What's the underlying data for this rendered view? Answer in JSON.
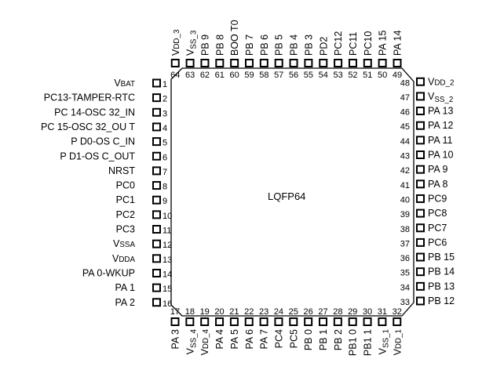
{
  "package": {
    "name": "LQFP64",
    "colors": {
      "outline": "#000000",
      "text": "#000000",
      "background": "#ffffff"
    }
  },
  "pins": {
    "left": [
      {
        "num": "1",
        "label": "VBAT",
        "main": "V",
        "sub": "BAT",
        "style": "smallcaps"
      },
      {
        "num": "2",
        "label": "PC13-TAMPER-RTC"
      },
      {
        "num": "3",
        "label": "PC 14-OSC 32_IN"
      },
      {
        "num": "4",
        "label": "PC 15-OSC 32_OU T"
      },
      {
        "num": "5",
        "label": "P D0-OS C_IN"
      },
      {
        "num": "6",
        "label": "P D1-OS C_OUT"
      },
      {
        "num": "7",
        "label": "NRST"
      },
      {
        "num": "8",
        "label": "PC0"
      },
      {
        "num": "9",
        "label": "PC1"
      },
      {
        "num": "10",
        "label": "PC2"
      },
      {
        "num": "11",
        "label": "PC3"
      },
      {
        "num": "12",
        "label": "VSSA",
        "main": "V",
        "sub": "SSA",
        "style": "smallcaps"
      },
      {
        "num": "13",
        "label": "VDDA",
        "main": "V",
        "sub": "DDA",
        "style": "smallcaps"
      },
      {
        "num": "14",
        "label": "PA 0-WKUP"
      },
      {
        "num": "15",
        "label": "PA 1"
      },
      {
        "num": "16",
        "label": "PA 2"
      }
    ],
    "bottom": [
      {
        "num": "17",
        "label": "PA 3"
      },
      {
        "num": "18",
        "label": "VSS_4",
        "main": "V",
        "sub": "SS_4",
        "style": "subscript"
      },
      {
        "num": "19",
        "label": "VDD_4",
        "main": "V",
        "sub": "DD_4",
        "style": "smallcaps"
      },
      {
        "num": "20",
        "label": "PA 4"
      },
      {
        "num": "21",
        "label": "PA 5"
      },
      {
        "num": "22",
        "label": "PA 6"
      },
      {
        "num": "23",
        "label": "PA 7"
      },
      {
        "num": "24",
        "label": "PC4"
      },
      {
        "num": "25",
        "label": "PC5"
      },
      {
        "num": "26",
        "label": "PB 0"
      },
      {
        "num": "27",
        "label": "PB 1"
      },
      {
        "num": "28",
        "label": "PB 2"
      },
      {
        "num": "29",
        "label": "PB1 0"
      },
      {
        "num": "30",
        "label": "PB1 1"
      },
      {
        "num": "31",
        "label": "VSS_1",
        "main": "V",
        "sub": "SS_1",
        "style": "subscript"
      },
      {
        "num": "32",
        "label": "VDD_1",
        "main": "V",
        "sub": "DD_1",
        "style": "smallcaps"
      }
    ],
    "right": [
      {
        "num": "33",
        "label": "PB 12"
      },
      {
        "num": "34",
        "label": "PB 13"
      },
      {
        "num": "35",
        "label": "PB 14"
      },
      {
        "num": "36",
        "label": "PB 15"
      },
      {
        "num": "37",
        "label": "PC6"
      },
      {
        "num": "38",
        "label": "PC7"
      },
      {
        "num": "39",
        "label": "PC8"
      },
      {
        "num": "40",
        "label": "PC9"
      },
      {
        "num": "41",
        "label": "PA 8"
      },
      {
        "num": "42",
        "label": "PA 9"
      },
      {
        "num": "43",
        "label": "PA 10"
      },
      {
        "num": "44",
        "label": "PA 11"
      },
      {
        "num": "45",
        "label": "PA 12"
      },
      {
        "num": "46",
        "label": "PA 13"
      },
      {
        "num": "47",
        "label": "VSS_2",
        "main": "V",
        "sub": "SS_2",
        "style": "subscript"
      },
      {
        "num": "48",
        "label": "VDD_2",
        "main": "V",
        "sub": "DD_2",
        "style": "smallcaps"
      }
    ],
    "top": [
      {
        "num": "49",
        "label": "PA 14"
      },
      {
        "num": "50",
        "label": "PA 15"
      },
      {
        "num": "51",
        "label": "PC10"
      },
      {
        "num": "52",
        "label": "PC11"
      },
      {
        "num": "53",
        "label": "PC12"
      },
      {
        "num": "54",
        "label": "PD2"
      },
      {
        "num": "55",
        "label": "PB 3"
      },
      {
        "num": "56",
        "label": "PB 4"
      },
      {
        "num": "57",
        "label": "PB 5"
      },
      {
        "num": "58",
        "label": "PB 6"
      },
      {
        "num": "59",
        "label": "PB 7"
      },
      {
        "num": "60",
        "label": "BOO T0"
      },
      {
        "num": "61",
        "label": "PB 8"
      },
      {
        "num": "62",
        "label": "PB 9"
      },
      {
        "num": "63",
        "label": "VSS_3",
        "main": "V",
        "sub": "SS_3",
        "style": "subscript"
      },
      {
        "num": "64",
        "label": "VDD_3",
        "main": "V",
        "sub": "DD_3",
        "style": "smallcaps"
      }
    ]
  }
}
